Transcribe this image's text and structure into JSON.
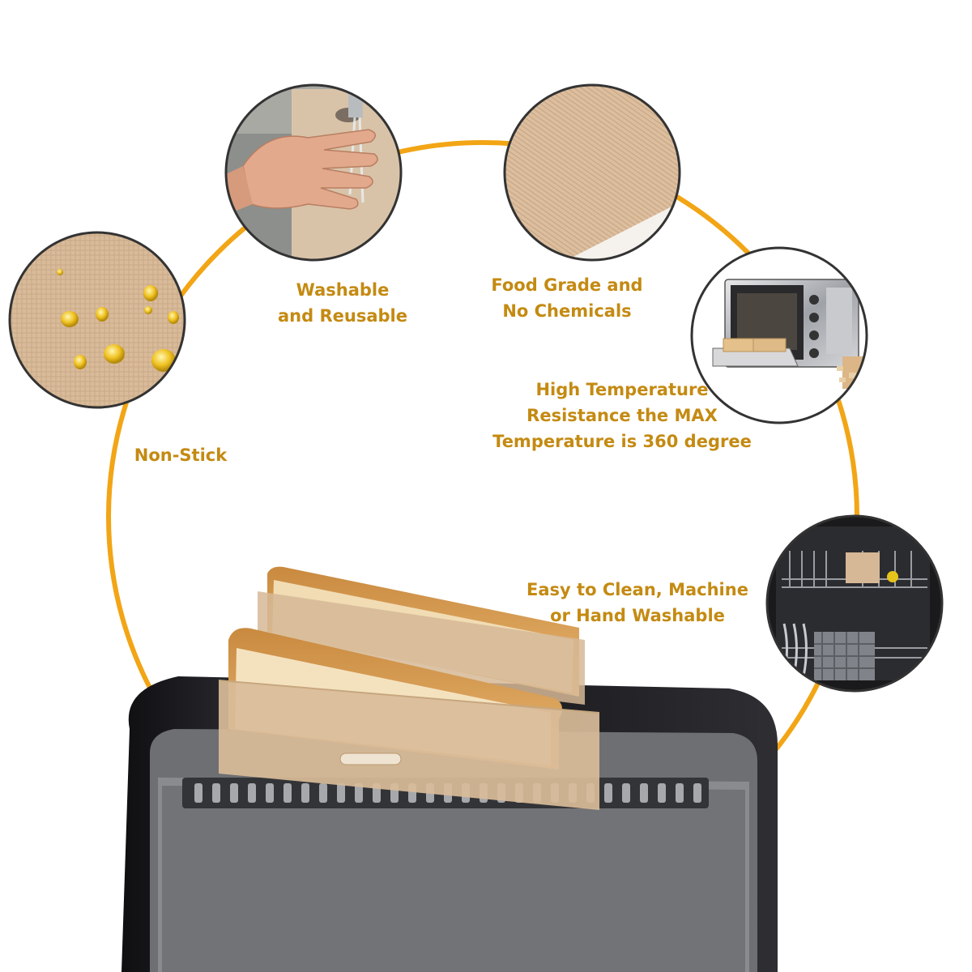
{
  "features": [
    {
      "id": "non-stick",
      "lines": [
        "Non-Stick"
      ]
    },
    {
      "id": "washable",
      "lines": [
        "Washable",
        "and Reusable"
      ]
    },
    {
      "id": "food-grade",
      "lines": [
        "Food Grade and",
        "No Chemicals"
      ]
    },
    {
      "id": "high-temp",
      "lines": [
        "High Temperature",
        "Resistance the MAX",
        "Temperature is 360 degree"
      ]
    },
    {
      "id": "easy-clean",
      "lines": [
        "Easy to Clean, Machine",
        "or Hand Washable"
      ]
    }
  ],
  "colors": {
    "accent_ring": "#f2a515",
    "label_text": "#c48a12",
    "circle_border": "#333333",
    "sheet_beige": "#d6b896",
    "toaster_body": "#1e1e22"
  },
  "icons": {
    "non-stick": "oil-droplets-on-mesh-photo",
    "washable": "hand-washing-sheet-photo",
    "food-grade": "mesh-texture-photo",
    "high-temp": "oven-photo",
    "easy-clean": "dishwasher-photo",
    "hero": "toaster-with-bread-bags-photo"
  }
}
